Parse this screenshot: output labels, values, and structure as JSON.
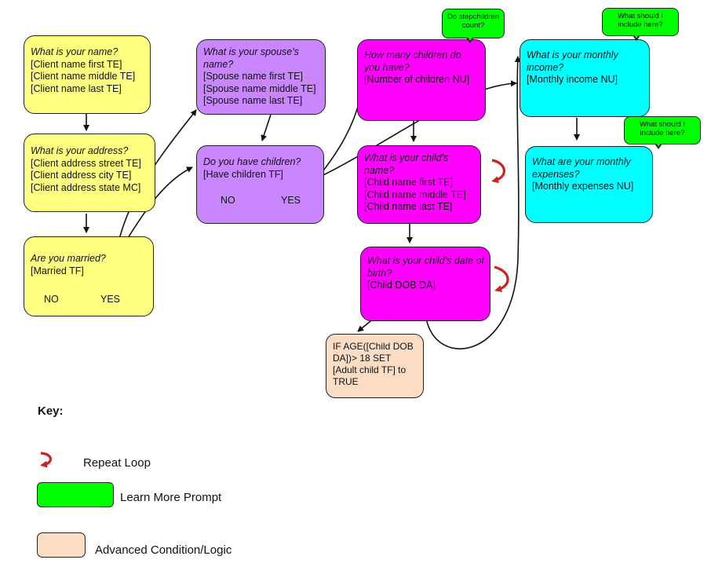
{
  "nodes": {
    "name": {
      "question": "What is your name?",
      "fields": [
        "[Client name first TE]",
        "[Client name middle TE]",
        "[Client name last TE]"
      ]
    },
    "address": {
      "question": "What is your address?",
      "fields": [
        "[Client address street TE]",
        "[Client address city TE]",
        "[Client address state MC]"
      ]
    },
    "married": {
      "question": "Are you married?",
      "fields": [
        "[Married TF]"
      ],
      "no": "NO",
      "yes": "YES"
    },
    "spouse": {
      "question": "What is your spouse's name?",
      "fields": [
        "[Spouse name first TE]",
        "[Spouse name middle TE]",
        "[Spouse name last TE]"
      ]
    },
    "children": {
      "question": "Do you have children?",
      "fields": [
        "[Have children TF]"
      ],
      "no": "NO",
      "yes": "YES"
    },
    "num_children": {
      "question": "How many children do you have?",
      "fields": [
        "[Number of children NU]"
      ]
    },
    "child_name": {
      "question": "What is your child's name?",
      "fields": [
        "[Child name first TE]",
        "[Child name middle TE]",
        "[Child name last TE]"
      ]
    },
    "child_dob": {
      "question": "What is your child's date of birth?",
      "fields": [
        "[Child DOB DA]"
      ]
    },
    "income": {
      "question": "What is your monthly income?",
      "fields": [
        "[Monthly income NU]"
      ]
    },
    "expenses": {
      "question": "What are your monthly expenses?",
      "fields": [
        "[Monthly expenses NU]"
      ]
    },
    "logic": {
      "text": "IF AGE([Child DOB DA])> 18 SET [Adult child TF] to TRUE"
    }
  },
  "bubbles": {
    "stepchildren": "Do stepchildren count?",
    "income_help": "What should I include here?",
    "expenses_help": "What should I include here?"
  },
  "key": {
    "title": "Key:",
    "repeat": "Repeat Loop",
    "learn_more": "Learn More Prompt",
    "advanced": "Advanced Condition/Logic"
  },
  "colors": {
    "yellow": "#ffff80",
    "purple": "#c986ff",
    "magenta": "#ff00ff",
    "cyan": "#00ffff",
    "learn_more_green": "#00ff00",
    "advanced_peach": "#fbdcc4",
    "repeat_loop_red": "#cc2222"
  }
}
